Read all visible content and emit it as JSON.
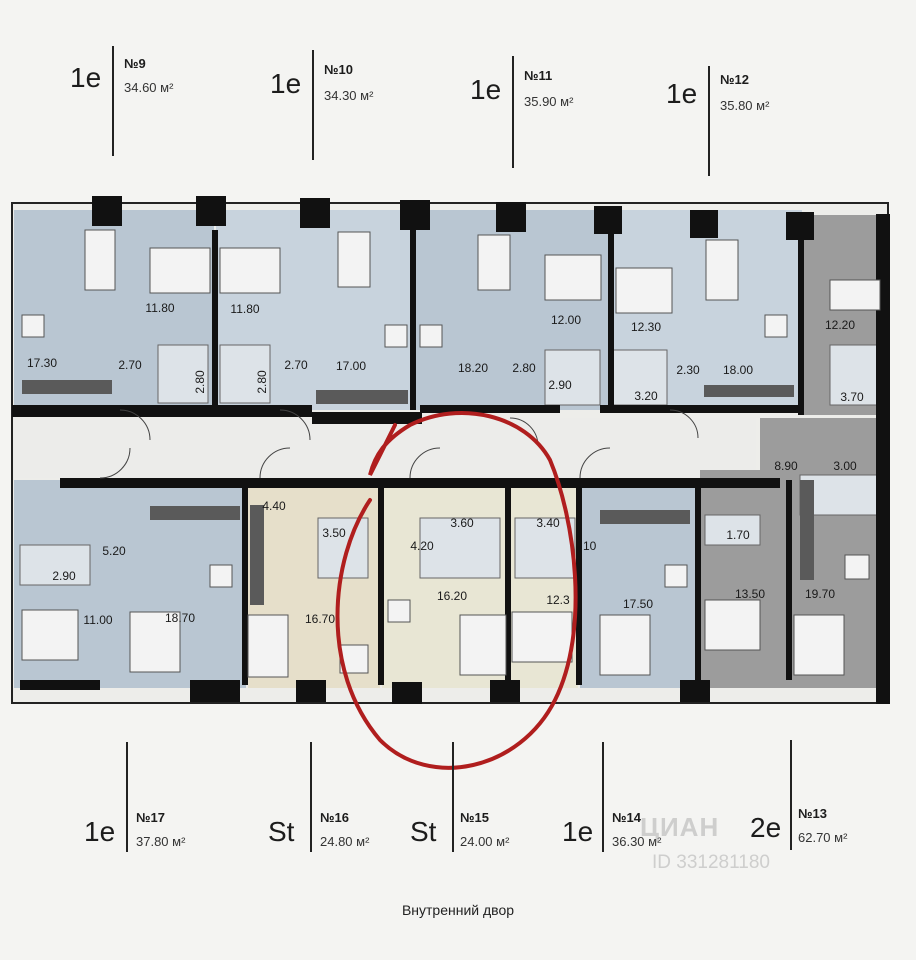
{
  "colors": {
    "background": "#f4f4f2",
    "wall": "#111111",
    "blue_unit": "#b9c6d2",
    "blue_light": "#c8d3dd",
    "beige_unit": "#e6dfca",
    "cream_unit": "#e8e6d4",
    "gray_unit": "#9c9c9c",
    "corridor": "#ededea",
    "highlight": "#b01e1e"
  },
  "top_apartments": [
    {
      "type": "1e",
      "number": "№9",
      "area": "34.60 м²"
    },
    {
      "type": "1e",
      "number": "№10",
      "area": "34.30 м²"
    },
    {
      "type": "1e",
      "number": "№11",
      "area": "35.90 м²"
    },
    {
      "type": "1e",
      "number": "№12",
      "area": "35.80 м²"
    }
  ],
  "bottom_apartments": [
    {
      "type": "1e",
      "number": "№17",
      "area": "37.80 м²"
    },
    {
      "type": "St",
      "number": "№16",
      "area": "24.80 м²"
    },
    {
      "type": "St",
      "number": "№15",
      "area": "24.00 м²"
    },
    {
      "type": "1e",
      "number": "№14",
      "area": "36.30 м²"
    },
    {
      "type": "2e",
      "number": "№13",
      "area": "62.70 м²"
    }
  ],
  "room_areas": {
    "top": [
      "17.30",
      "11.80",
      "2.70",
      "2.80",
      "11.80",
      "2.80",
      "2.70",
      "17.00",
      "18.20",
      "2.80",
      "12.00",
      "2.90",
      "12.30",
      "2.30",
      "3.20",
      "18.00",
      "12.20",
      "3.70"
    ],
    "bottom": [
      "4.40",
      "8.90",
      "3.00",
      "5.20",
      "2.90",
      "11.00",
      "18.70",
      "3.50",
      "16.70",
      "4.20",
      "3.60",
      "3.40",
      ".10",
      "16.20",
      "12.3",
      "17.50",
      "1.70",
      "13.50",
      "19.70"
    ]
  },
  "footer_text": "Внутренний двор",
  "watermark": {
    "brand": "ЦИАН",
    "id": "ID 331281180"
  }
}
